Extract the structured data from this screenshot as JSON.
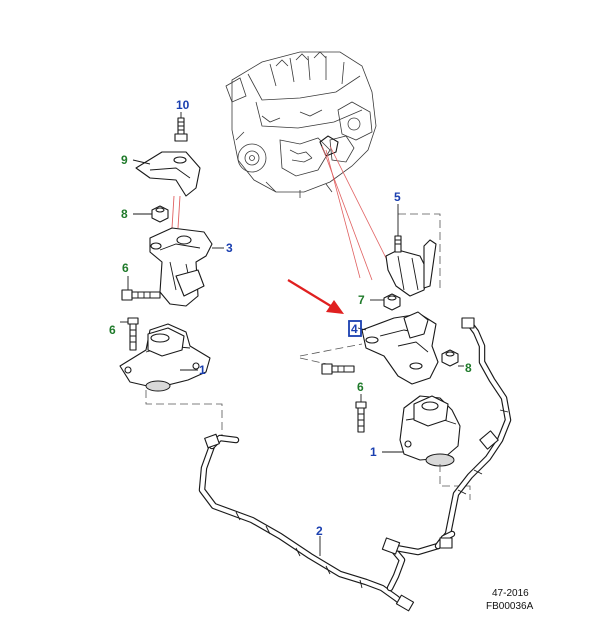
{
  "callouts": [
    {
      "id": "c10",
      "text": "10",
      "color": "#1a3fb0"
    },
    {
      "id": "c9",
      "text": "9",
      "color": "#1f7a2a"
    },
    {
      "id": "c8a",
      "text": "8",
      "color": "#1f7a2a"
    },
    {
      "id": "c3",
      "text": "3",
      "color": "#1a3fb0"
    },
    {
      "id": "c6a",
      "text": "6",
      "color": "#1f7a2a"
    },
    {
      "id": "c6b",
      "text": "6",
      "color": "#1f7a2a"
    },
    {
      "id": "c1a",
      "text": "1",
      "color": "#1a3fb0"
    },
    {
      "id": "c5",
      "text": "5",
      "color": "#1a3fb0"
    },
    {
      "id": "c7",
      "text": "7",
      "color": "#1f7a2a"
    },
    {
      "id": "c4",
      "text": "4",
      "color": "#1a3fb0"
    },
    {
      "id": "c8b",
      "text": "8",
      "color": "#1f7a2a"
    },
    {
      "id": "c6c",
      "text": "6",
      "color": "#1f7a2a"
    },
    {
      "id": "c1b",
      "text": "1",
      "color": "#1a3fb0"
    },
    {
      "id": "c2",
      "text": "2",
      "color": "#1a3fb0"
    }
  ],
  "highlight_color": "#1a3fb0",
  "arrow_color": "#e02020",
  "footer": {
    "line1": "47-2016",
    "line2": "FB00036A"
  }
}
